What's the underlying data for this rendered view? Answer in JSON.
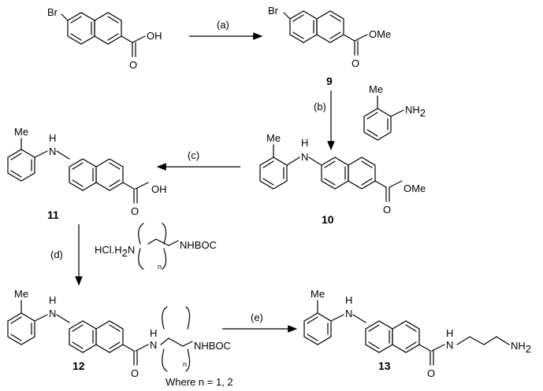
{
  "scheme": {
    "steps": [
      {
        "label": "(a)"
      },
      {
        "label": "(b)"
      },
      {
        "label": "(c)"
      },
      {
        "label": "(d)"
      },
      {
        "label": "(e)"
      }
    ],
    "compounds": [
      {
        "number": "9"
      },
      {
        "number": "10"
      },
      {
        "number": "11"
      },
      {
        "number": "12"
      },
      {
        "number": "13"
      }
    ],
    "atoms": {
      "br": "Br",
      "oh": "OH",
      "o": "O",
      "ome": "OMe",
      "me": "Me",
      "h": "H",
      "n": "N",
      "nh2": "NH",
      "two": "2",
      "nhboc": "NHBOC",
      "hcl_h2n": "HCl.H",
      "hcl_n": "N",
      "loop_n": "n"
    },
    "note": "Where n = 1, 2"
  }
}
